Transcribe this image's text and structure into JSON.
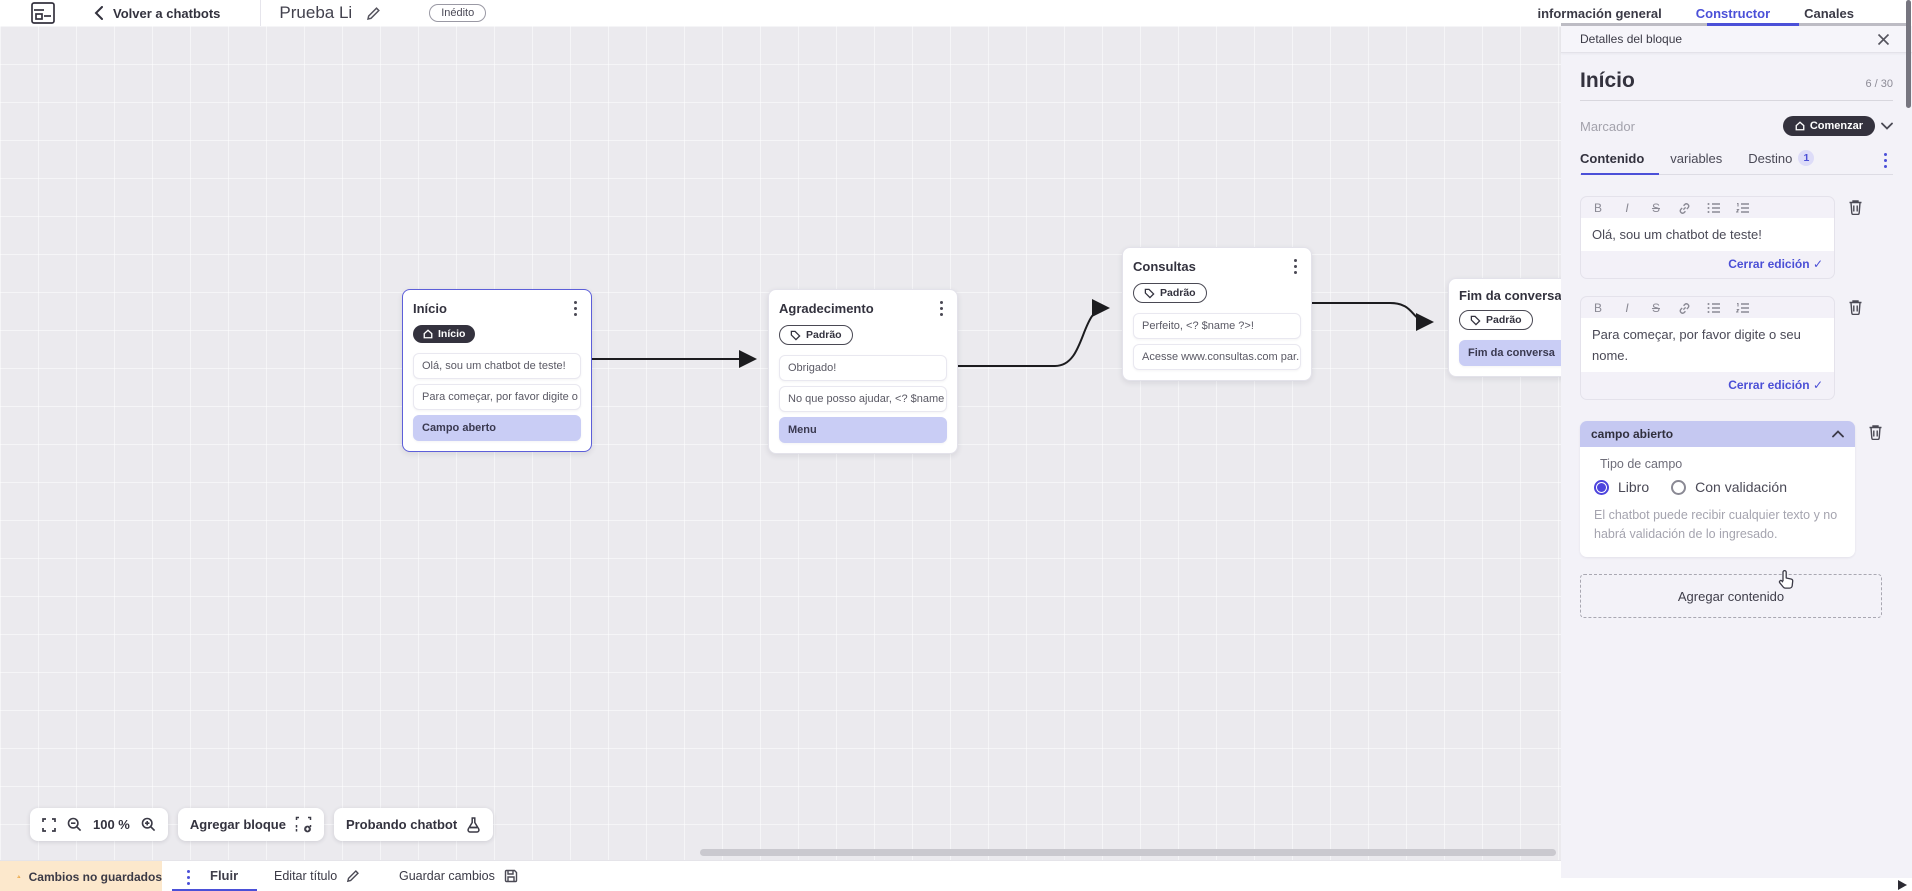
{
  "topbar": {
    "back_label": "Volver a chatbots",
    "title": "Prueba Li",
    "status_badge": "Inédito",
    "tabs": [
      {
        "label": "información general",
        "active": false
      },
      {
        "label": "Constructor",
        "active": true
      },
      {
        "label": "Canales",
        "active": false
      }
    ]
  },
  "canvas": {
    "zoom_level": "100 %",
    "controls": {
      "add_block": "Agregar bloque",
      "test_chatbot": "Probando chatbot"
    },
    "blocks": [
      {
        "title": "Início",
        "badge": "Início",
        "items": [
          {
            "text": "Olá, sou um chatbot de teste!",
            "highlight": false
          },
          {
            "text": "Para começar, por favor digite o ...",
            "highlight": false
          },
          {
            "text": "Campo aberto",
            "highlight": true
          }
        ]
      },
      {
        "title": "Agradecimento",
        "badge": "Padrão",
        "items": [
          {
            "text": "Obrigado!",
            "highlight": false
          },
          {
            "text": "No que posso ajudar, <? $name ...",
            "highlight": false
          },
          {
            "text": "Menu",
            "highlight": true
          }
        ]
      },
      {
        "title": "Consultas",
        "badge": "Padrão",
        "items": [
          {
            "text": "Perfeito, <? $name ?>!",
            "highlight": false
          },
          {
            "text": "Acesse www.consultas.com par...",
            "highlight": false
          }
        ]
      },
      {
        "title": "Fim da conversa",
        "badge": "Padrão",
        "items": [
          {
            "text": "Fim da conversa",
            "highlight": true
          }
        ]
      }
    ]
  },
  "panel": {
    "header": "Detalles del bloque",
    "block_name": "Início",
    "name_counter": "6 / 30",
    "marker_label": "Marcador",
    "marker_value": "Comenzar",
    "tabs": [
      {
        "label": "Contenido",
        "active": true
      },
      {
        "label": "variables",
        "active": false
      },
      {
        "label": "Destino",
        "active": false,
        "badge": "1"
      }
    ],
    "editors": [
      {
        "text": "Olá, sou um chatbot de teste!",
        "close_label": "Cerrar edición"
      },
      {
        "text": "Para começar, por favor digite o seu nome.",
        "close_label": "Cerrar edición"
      }
    ],
    "field_section": {
      "header": "campo abierto",
      "type_label": "Tipo de campo",
      "options": [
        {
          "label": "Libro",
          "selected": true
        },
        {
          "label": "Con validación",
          "selected": false
        }
      ],
      "helper": "El chatbot puede recibir cualquier texto y no habrá validación de lo ingresado."
    },
    "add_content_label": "Agregar contenido"
  },
  "bottombar": {
    "unsaved_label": "Cambios no guardados",
    "flow_tab": "Fluir",
    "edit_title_label": "Editar título",
    "save_label": "Guardar cambios"
  },
  "icons": {
    "bold": "B",
    "italic": "I",
    "strikethrough": "S",
    "check": "✓"
  },
  "colors": {
    "accent": "#4b50d8",
    "dark_badge": "#34323e",
    "item_highlight": "#c9cdf5",
    "section_header": "#c5c8f1",
    "warning_bg": "#fce8cc",
    "warning_icon": "#eaa23c"
  }
}
